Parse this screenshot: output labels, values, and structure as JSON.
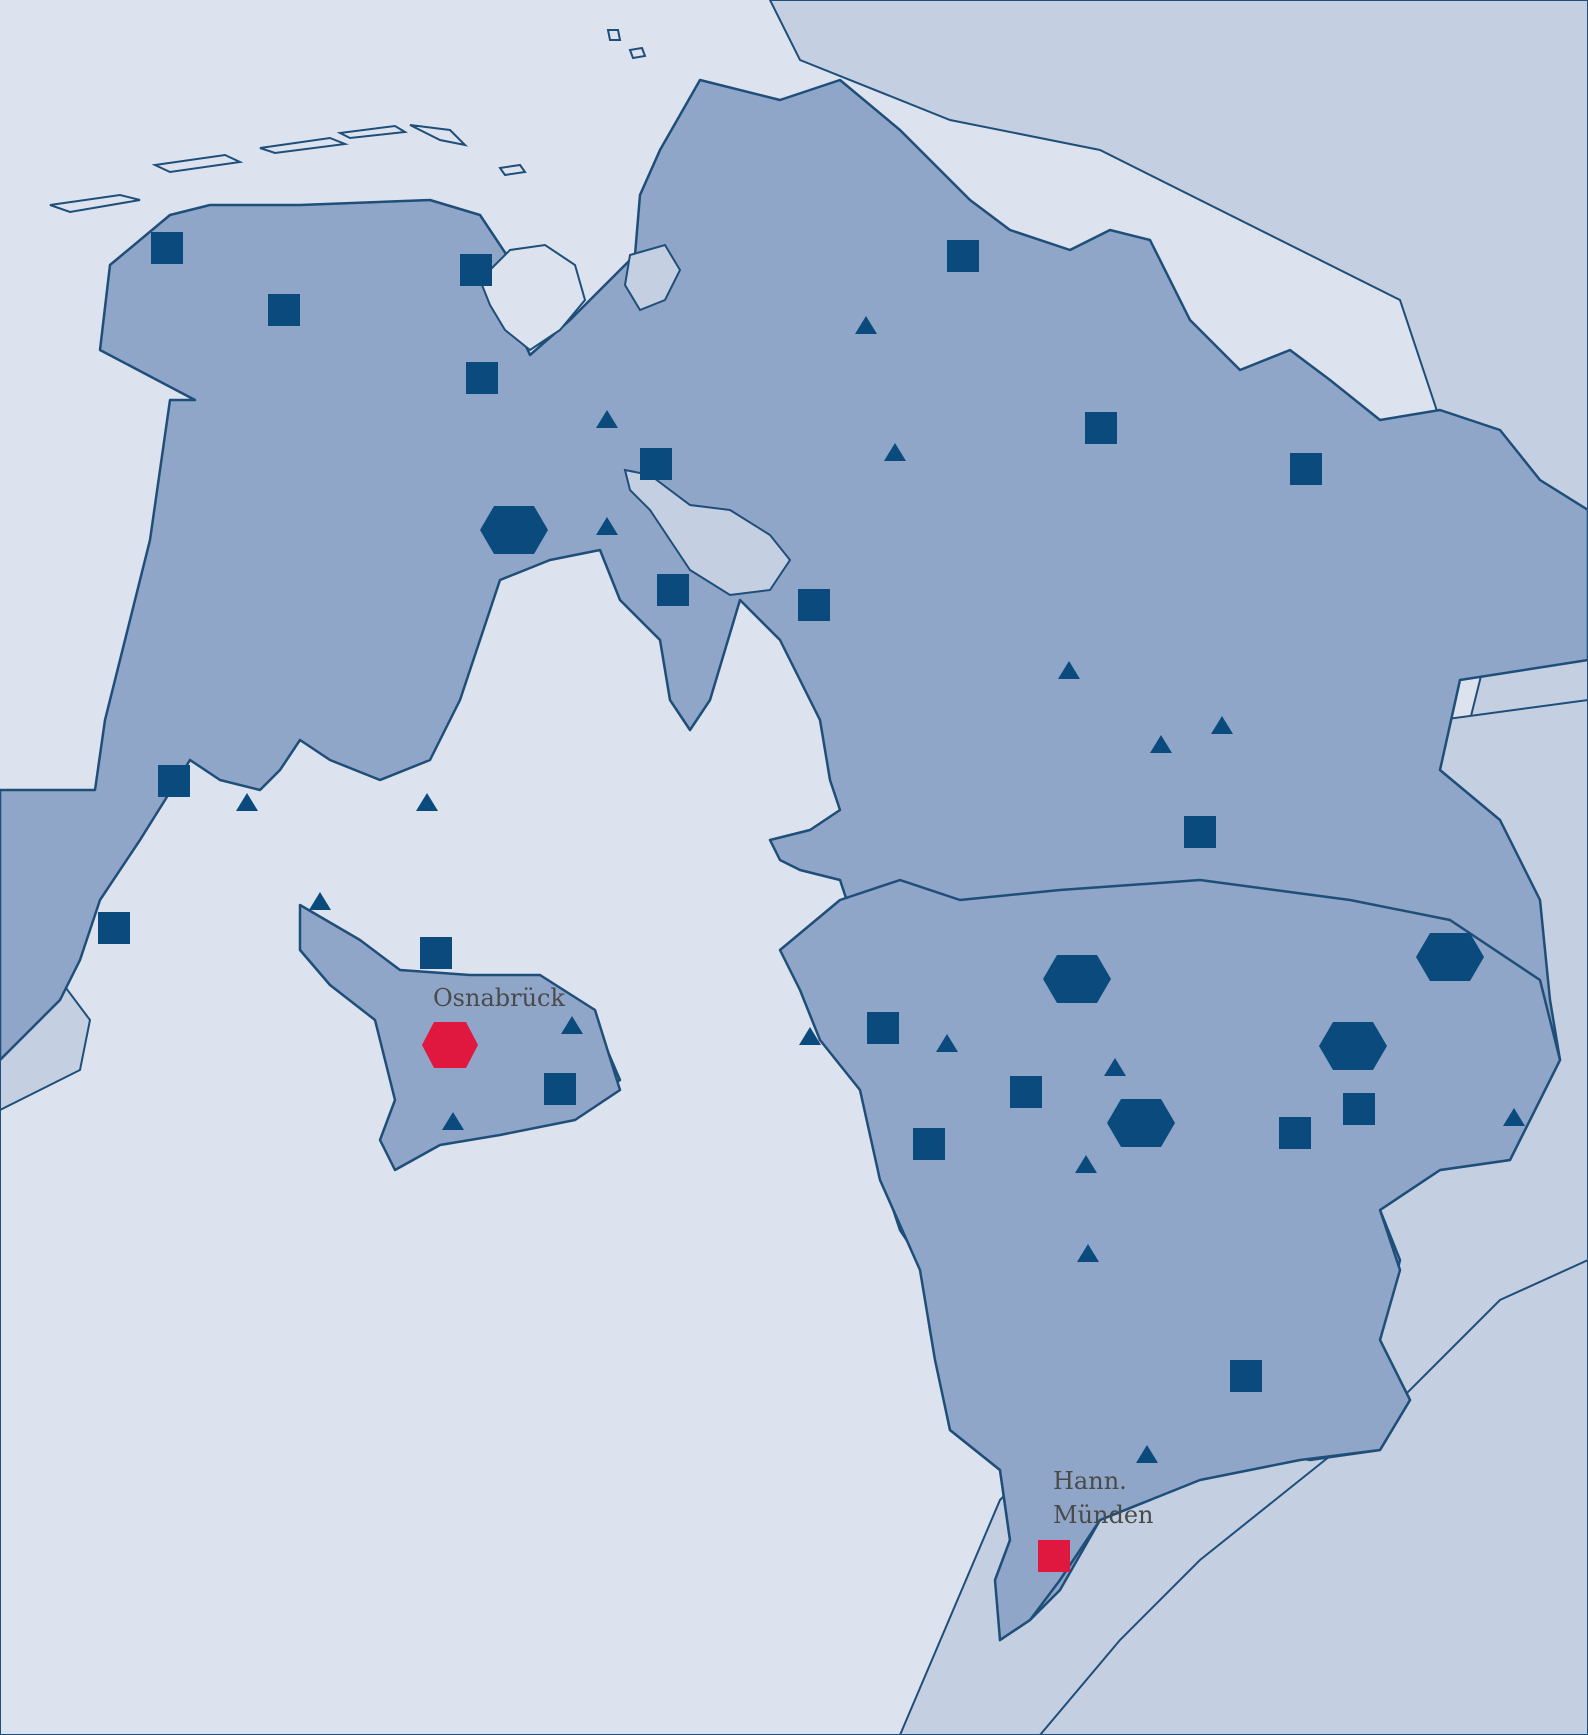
{
  "colors": {
    "sea": "#dce3ef",
    "neighbour_land": "#c4cfe2",
    "region_fill": "#8fa6c8",
    "border": "#1f4e79",
    "marker": "#0a4a7c",
    "highlight": "#e0173f",
    "label_text": "#4a4a4a"
  },
  "symbols": {
    "square": "square-marker-icon",
    "triangle": "triangle-marker-icon",
    "hexagon": "hexagon-marker-icon"
  },
  "labels": {
    "osnabrueck": "Osnabrück",
    "hann_muenden_line1": "Hann.",
    "hann_muenden_line2": "Münden"
  }
}
